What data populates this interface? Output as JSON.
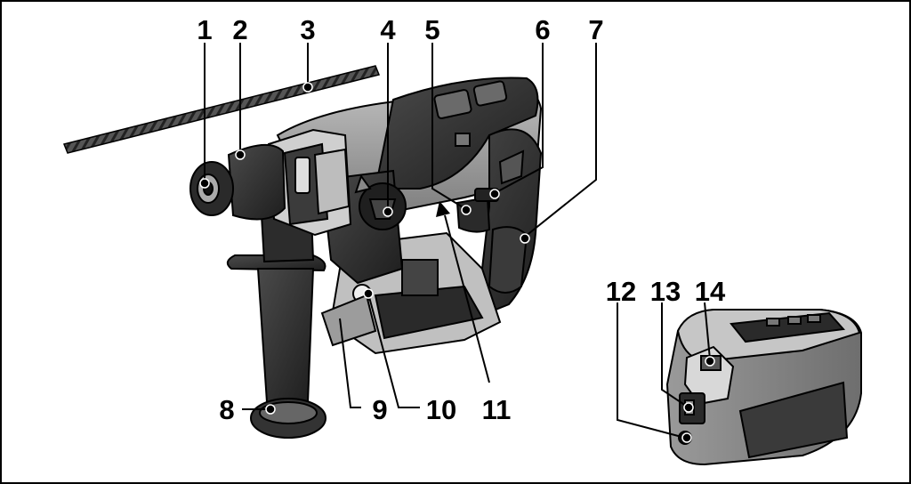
{
  "figure": {
    "callouts": [
      "1",
      "2",
      "3",
      "4",
      "5",
      "6",
      "7",
      "8",
      "9",
      "10",
      "11",
      "12",
      "13",
      "14"
    ]
  },
  "colors": {
    "outline": "#000000",
    "body_dark": "#2e2e2e",
    "body_mid": "#8a8a8a",
    "body_light": "#c8c8c8",
    "background": "#ffffff"
  },
  "icons": [
    "hammer-drill-illustration",
    "drill-bit-illustration",
    "battery-pack-illustration"
  ]
}
